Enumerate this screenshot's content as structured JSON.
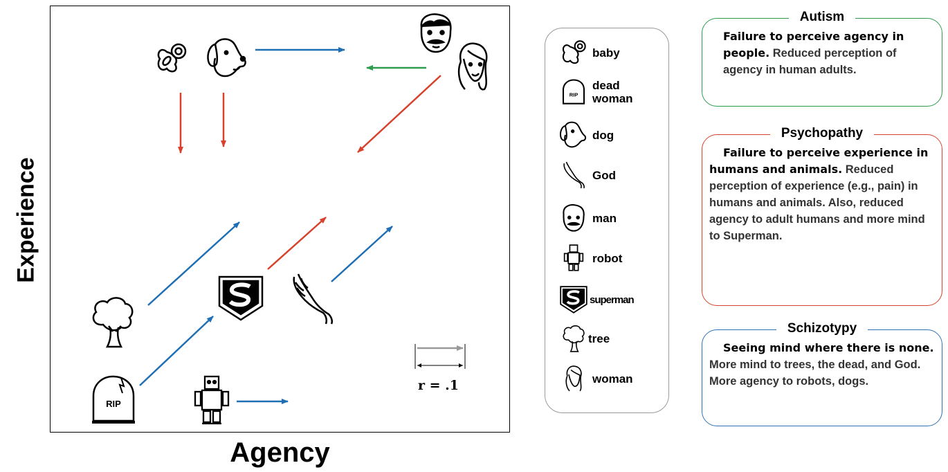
{
  "axes": {
    "x_label": "Agency",
    "y_label": "Experience"
  },
  "scale": {
    "label": "r = .1"
  },
  "colors": {
    "autism": "#2e9c4c",
    "psychopathy": "#d8412b",
    "schizotypy": "#1f6fb5",
    "scale": "#999999"
  },
  "legend": [
    {
      "icon": "baby-icon",
      "label": "baby"
    },
    {
      "icon": "dead-woman-icon",
      "label": "dead woman"
    },
    {
      "icon": "dog-icon",
      "label": "dog"
    },
    {
      "icon": "god-icon",
      "label": "God"
    },
    {
      "icon": "man-icon",
      "label": "man"
    },
    {
      "icon": "robot-icon",
      "label": "robot"
    },
    {
      "icon": "superman-icon",
      "label": "superman"
    },
    {
      "icon": "tree-icon",
      "label": "tree"
    },
    {
      "icon": "woman-icon",
      "label": "woman"
    }
  ],
  "boxes": {
    "autism": {
      "title": "Autism",
      "lead": "Failure to perceive agency in people.",
      "body": " Reduced perception of agency in human adults."
    },
    "psychopathy": {
      "title": "Psychopathy",
      "lead": "Failure to perceive experience in humans and animals.",
      "body": " Reduced perception of experience (e.g., pain) in humans and animals.  Also, reduced agency to adult humans and more mind to Superman."
    },
    "schizotypy": {
      "title": "Schizotypy",
      "lead": "Seeing mind where there is none.",
      "body": "  More mind to trees, the dead, and God.  More agency to robots, dogs."
    }
  }
}
